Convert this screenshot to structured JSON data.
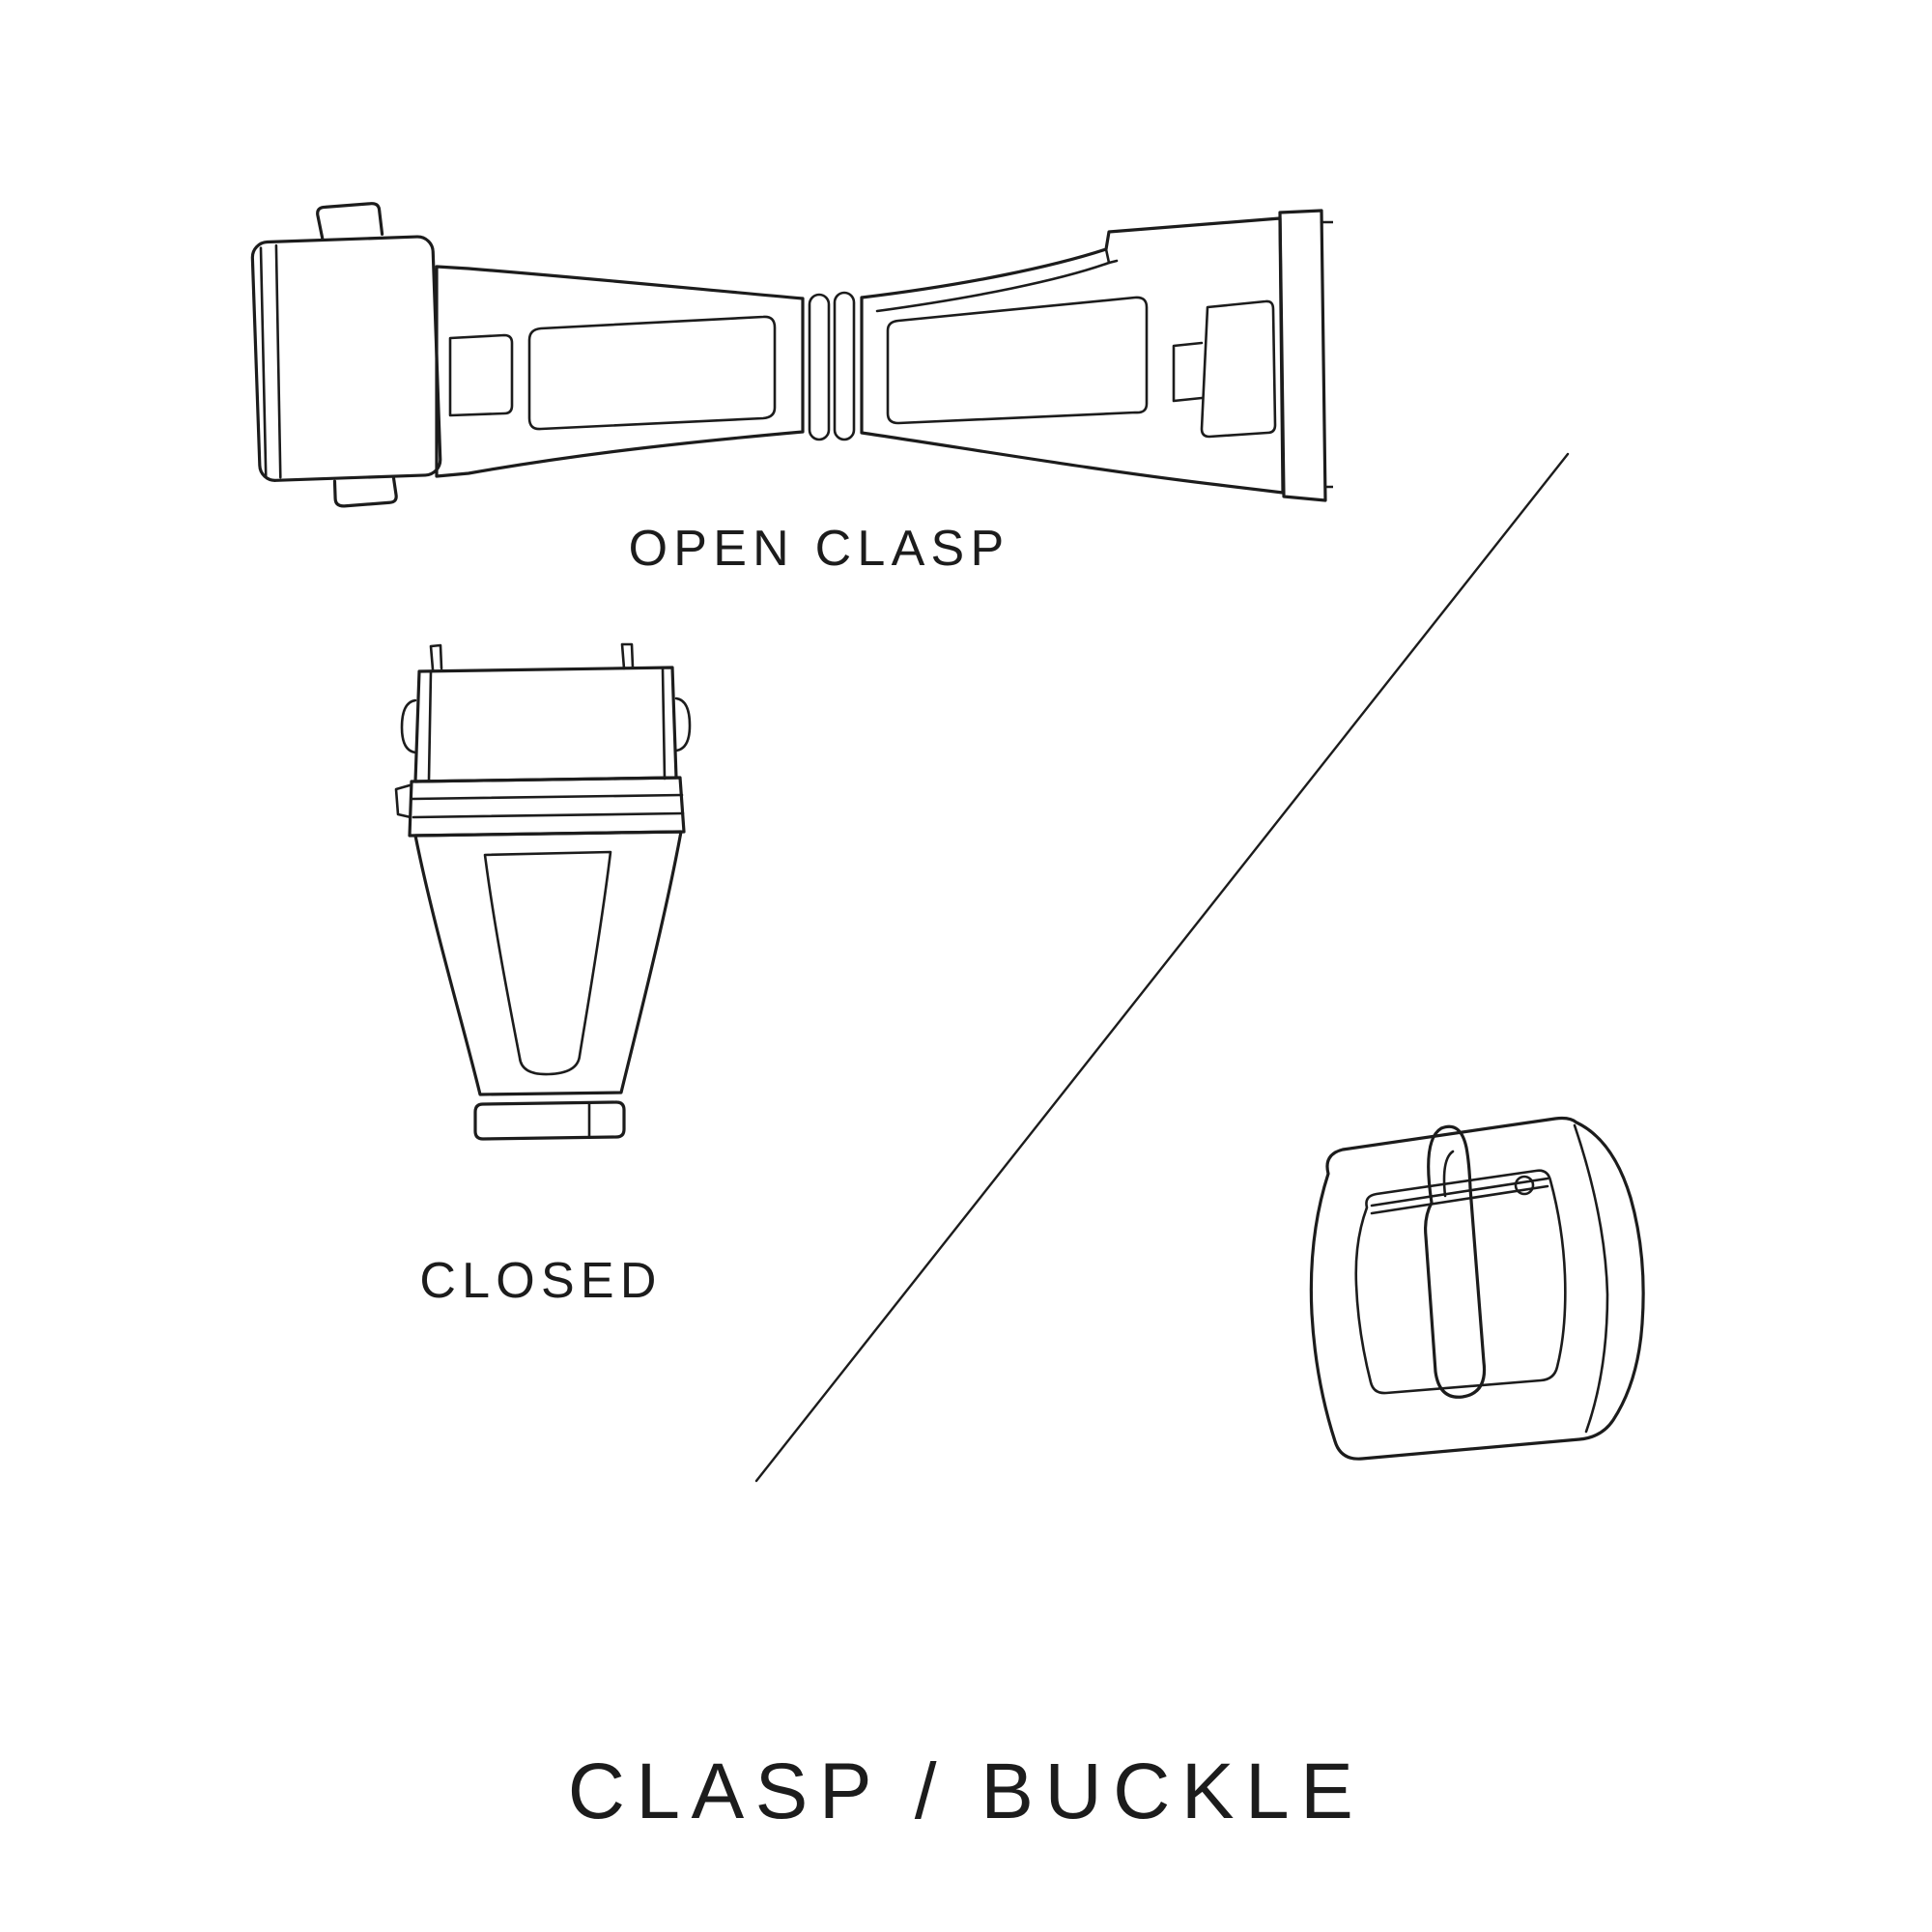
{
  "colors": {
    "ink": "#1c1c1c",
    "background": "#ffffff"
  },
  "labels": {
    "open_clasp": "OPEN CLASP",
    "closed": "CLOSED"
  },
  "title": "CLASP / BUCKLE",
  "icons": {
    "open_clasp_illustration": "open-clasp-illustration",
    "closed_clasp_illustration": "closed-clasp-illustration",
    "buckle_illustration": "buckle-illustration",
    "divider": "diagonal-divider-line"
  }
}
